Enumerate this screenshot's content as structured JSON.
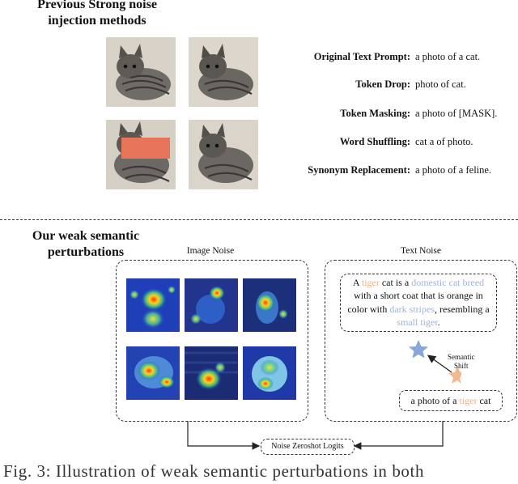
{
  "top_heading": {
    "line1": "Previous Strong noise",
    "line2": "injection methods"
  },
  "text_methods": [
    {
      "label": "Original Text Prompt:",
      "value": "a photo of a cat."
    },
    {
      "label": "Token Drop:",
      "value": "photo of cat."
    },
    {
      "label": "Token Masking:",
      "value": "a photo of [MASK]."
    },
    {
      "label": "Word Shuffling:",
      "value": "cat a of photo."
    },
    {
      "label": "Synonym Replacement:",
      "value": "a photo of a feline."
    }
  ],
  "bottom_heading": {
    "line1": "Our weak semantic",
    "line2": "perturbations"
  },
  "image_noise": {
    "title": "Image Noise"
  },
  "text_noise": {
    "title": "Text Noise",
    "desc": {
      "p1": "A ",
      "tiger": "tiger",
      "p2": " cat is a ",
      "breed": "domestic cat breed",
      "p3": " with a short coat that is orange in color with ",
      "stripes": "dark stripes",
      "p4": ", resembling a ",
      "small_tiger": "small tiger",
      "p5": "."
    },
    "shift_label": {
      "line1": "Semantic",
      "line2": "Shift"
    },
    "prompt": {
      "p1": "a photo of a ",
      "tiger": "tiger",
      "p2": " cat"
    }
  },
  "logits_label": "Noise Zeroshot Logits",
  "caption": "Fig. 3: Illustration of weak semantic perturbations in both",
  "colors": {
    "blue_text": "#9fb4d8",
    "orange_text": "#f0b48a",
    "star_blue": "#8aa6d6",
    "star_orange": "#f4b890",
    "mask": "#e8755a"
  }
}
